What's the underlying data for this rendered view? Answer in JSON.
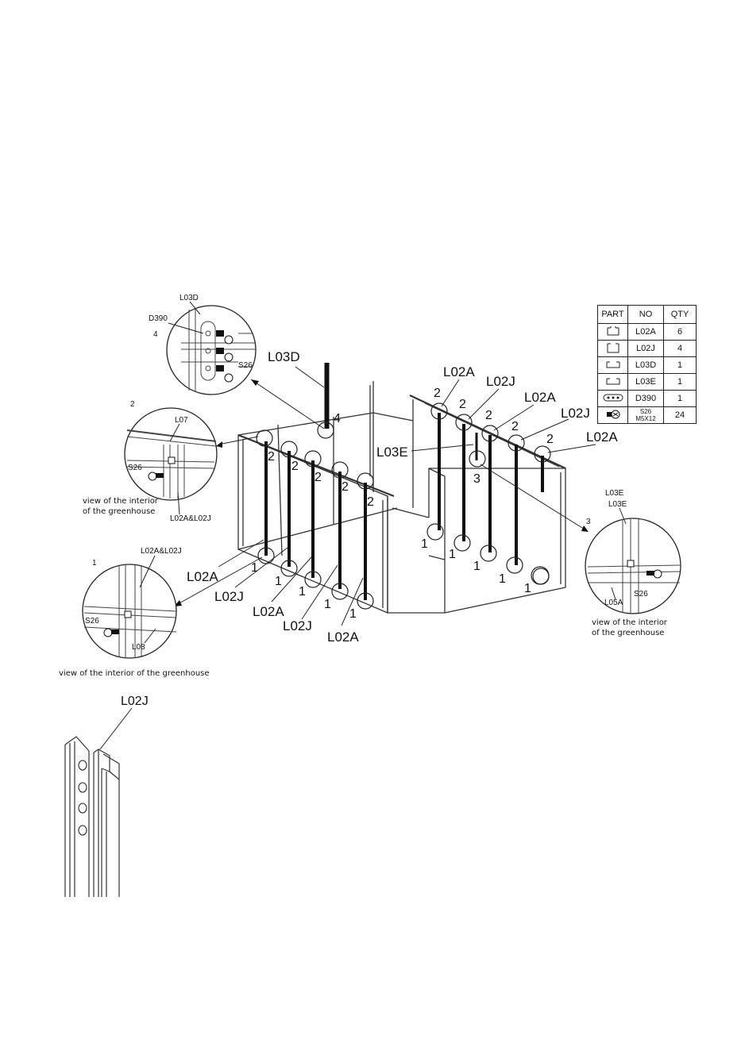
{
  "main_labels": {
    "l03d_top": "L03D",
    "l02a_a": "L02A",
    "l02j_a": "L02J",
    "l02a_b": "L02A",
    "l02j_b": "L02J",
    "l02a_c": "L02A",
    "l03e": "L03E",
    "l02a_left": "L02A",
    "l02j_left": "L02J",
    "l02a_left2": "L02A",
    "l02j_left2": "L02J",
    "l02a_left3": "L02A"
  },
  "step_numbers": {
    "one": "1",
    "two": "2",
    "three": "3",
    "four": "4"
  },
  "detail4": {
    "num": "4",
    "l03d": "L03D",
    "d390": "D390",
    "s26": "S26"
  },
  "detail2": {
    "num": "2",
    "l07": "L07",
    "s26": "S26",
    "parts": "L02A&L02J",
    "caption1": "view of the interior",
    "caption2": "of the greenhouse"
  },
  "detail1": {
    "num": "1",
    "parts": "L02A&L02J",
    "s26": "S26",
    "l08": "L08",
    "caption": "view of the interior of the greenhouse"
  },
  "detail3": {
    "num": "3",
    "l03e_a": "L03E",
    "l03e_b": "L03E",
    "l05a": "L05A",
    "s26": "S26",
    "caption1": "view of the interior",
    "caption2": "of the greenhouse"
  },
  "profile": {
    "label": "L02J"
  },
  "parts_table": {
    "headers": [
      "PART",
      "NO",
      "QTY"
    ],
    "rows": [
      {
        "icon": "profile-u-icon",
        "no": "L02A",
        "qty": "6"
      },
      {
        "icon": "profile-u-tall-icon",
        "no": "L02J",
        "qty": "4"
      },
      {
        "icon": "profile-flat-icon",
        "no": "L03D",
        "qty": "1"
      },
      {
        "icon": "profile-flat-icon",
        "no": "L03E",
        "qty": "1"
      },
      {
        "icon": "plate-holes-icon",
        "no": "D390",
        "qty": "1"
      },
      {
        "icon": "screw-icon",
        "no": "S26",
        "no2": "M5X12",
        "qty": "24"
      }
    ]
  }
}
